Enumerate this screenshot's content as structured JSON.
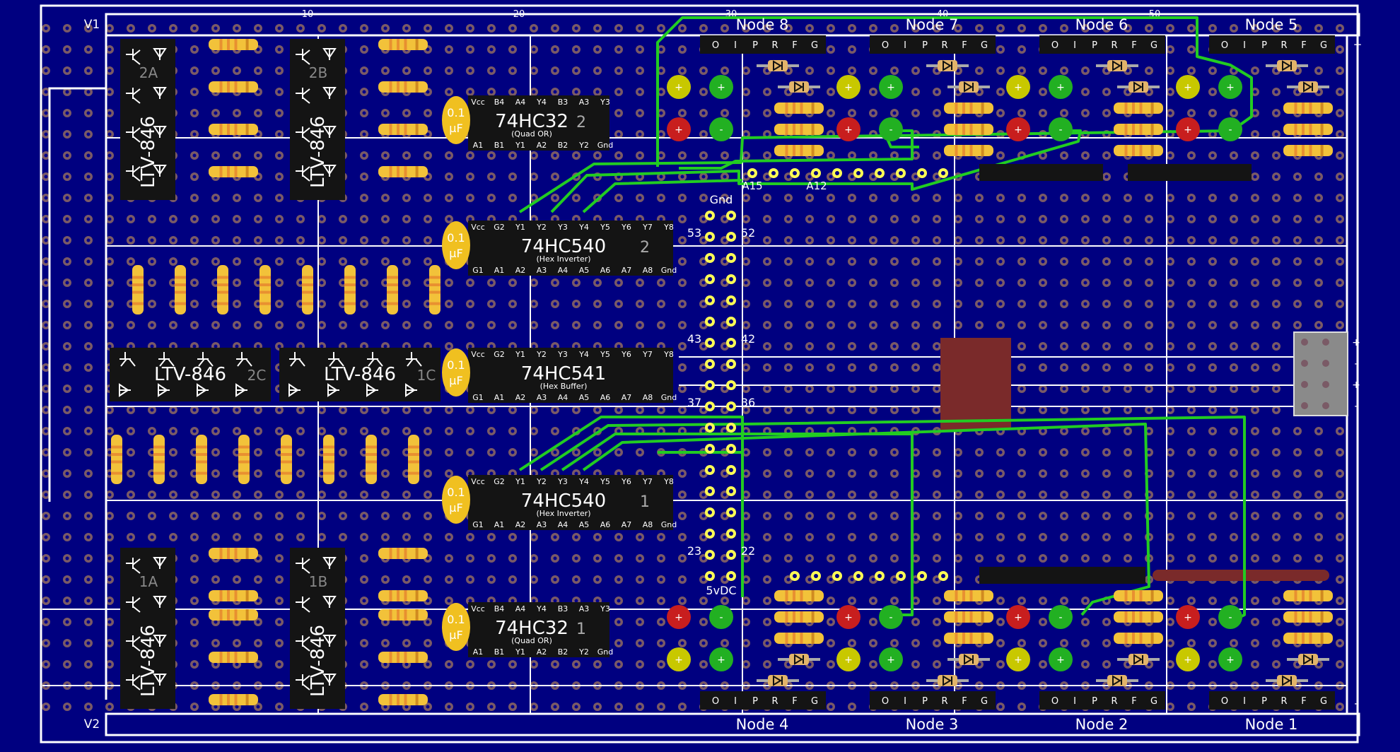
{
  "board": {
    "rail_labels": {
      "top": "V1",
      "bottom": "V2",
      "plus": "+",
      "minus": "-"
    },
    "column_numbers": [
      "10",
      "20",
      "30",
      "40",
      "50"
    ],
    "colors": {
      "background": "#000080",
      "hole": "#7a5a66",
      "hole_center": "#00008b",
      "trace": "#22cc22",
      "strip": "#ffffff",
      "chip": "#141414",
      "resistor": "#f2c23a",
      "capacitor": "#f0c020"
    }
  },
  "optocouplers": [
    {
      "id": "2A",
      "part": "LTV-846"
    },
    {
      "id": "2B",
      "part": "LTV-846"
    },
    {
      "id": "2C",
      "part": "LTV-846"
    },
    {
      "id": "1C",
      "part": "LTV-846"
    },
    {
      "id": "1A",
      "part": "LTV-846"
    },
    {
      "id": "1B",
      "part": "LTV-846"
    }
  ],
  "chips": [
    {
      "part": "74HC32",
      "num": "2",
      "desc": "(Quad OR)",
      "top_pins": [
        "Vcc",
        "B4",
        "A4",
        "Y4",
        "B3",
        "A3",
        "Y3"
      ],
      "bottom_pins": [
        "A1",
        "B1",
        "Y1",
        "A2",
        "B2",
        "Y2",
        "Gnd"
      ]
    },
    {
      "part": "74HC540",
      "num": "2",
      "desc": "(Hex Inverter)",
      "top_pins": [
        "Vcc",
        "G2",
        "Y1",
        "Y2",
        "Y3",
        "Y4",
        "Y5",
        "Y6",
        "Y7",
        "Y8"
      ],
      "bottom_pins": [
        "G1",
        "A1",
        "A2",
        "A3",
        "A4",
        "A5",
        "A6",
        "A7",
        "A8",
        "Gnd"
      ]
    },
    {
      "part": "74HC541",
      "num": "",
      "desc": "(Hex Buffer)",
      "top_pins": [
        "Vcc",
        "G2",
        "Y1",
        "Y2",
        "Y3",
        "Y4",
        "Y5",
        "Y6",
        "Y7",
        "Y8"
      ],
      "bottom_pins": [
        "G1",
        "A1",
        "A2",
        "A3",
        "A4",
        "A5",
        "A6",
        "A7",
        "A8",
        "Gnd"
      ]
    },
    {
      "part": "74HC540",
      "num": "1",
      "desc": "(Hex Inverter)",
      "top_pins": [
        "Vcc",
        "G2",
        "Y1",
        "Y2",
        "Y3",
        "Y4",
        "Y5",
        "Y6",
        "Y7",
        "Y8"
      ],
      "bottom_pins": [
        "G1",
        "A1",
        "A2",
        "A3",
        "A4",
        "A5",
        "A6",
        "A7",
        "A8",
        "Gnd"
      ]
    },
    {
      "part": "74HC32",
      "num": "1",
      "desc": "(Quad OR)",
      "top_pins": [
        "Vcc",
        "B4",
        "A4",
        "Y4",
        "B3",
        "A3",
        "Y3"
      ],
      "bottom_pins": [
        "A1",
        "B1",
        "Y1",
        "A2",
        "B2",
        "Y2",
        "Gnd"
      ]
    }
  ],
  "capacitor_label": [
    "0.1",
    "µF"
  ],
  "header": {
    "gnd": "Gnd",
    "vdc": "5vDC",
    "pin_labels_left": [
      "53",
      "43",
      "37",
      "23"
    ],
    "pin_labels_right": [
      "52",
      "42",
      "36",
      "22"
    ],
    "addr": [
      "A15",
      "A12"
    ]
  },
  "nodes_top": [
    "Node 8",
    "Node 7",
    "Node 6",
    "Node 5"
  ],
  "nodes_bottom": [
    "Node 4",
    "Node 3",
    "Node 2",
    "Node 1"
  ],
  "node_pins": [
    "O",
    "I",
    "P",
    "R",
    "F",
    "G"
  ],
  "led_signs": {
    "plus": "+",
    "minus": "-"
  }
}
